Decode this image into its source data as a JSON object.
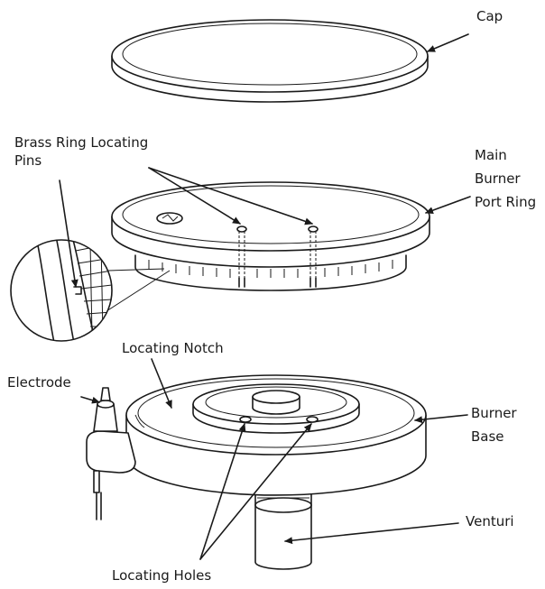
{
  "labels": {
    "cap": "Cap",
    "brass_ring_line1": "Brass Ring Locating",
    "brass_ring_line2": "Pins",
    "main_burner_line1": "Main",
    "main_burner_line2": "Burner",
    "main_burner_line3": "Port Ring",
    "locating_notch": "Locating Notch",
    "electrode": "Electrode",
    "burner_base_line1": "Burner",
    "burner_base_line2": "Base",
    "venturi": "Venturi",
    "locating_holes": "Locating Holes"
  },
  "colors": {
    "ink": "#1a1a1a",
    "background": "#ffffff"
  }
}
